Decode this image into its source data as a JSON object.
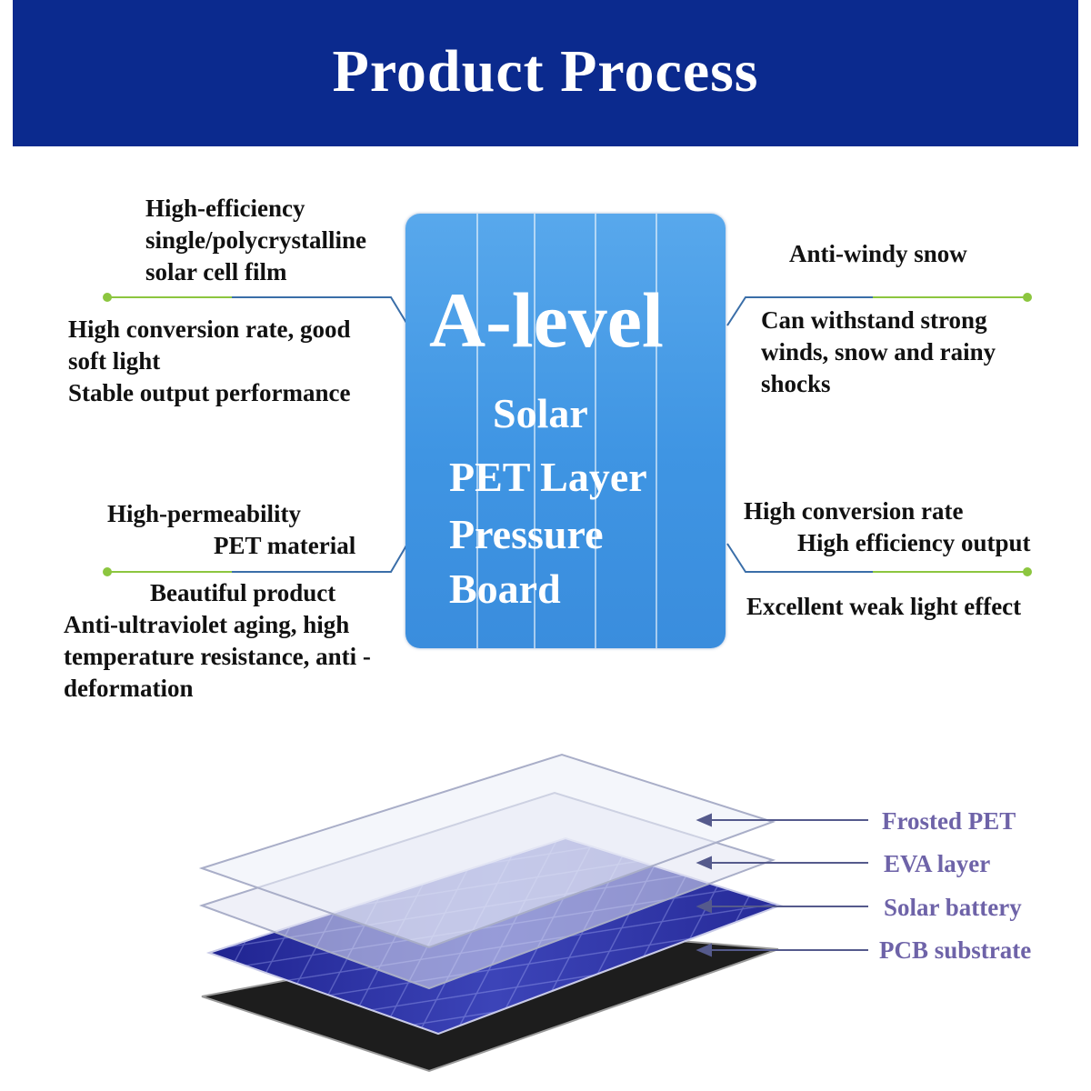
{
  "header": {
    "title": "Product Process"
  },
  "features": {
    "top_left": {
      "title_lines": [
        "High-efficiency",
        "single/polycrystalline",
        "solar cell film"
      ],
      "desc_lines": [
        "High conversion rate, good",
        "soft light",
        "Stable output performance"
      ]
    },
    "bottom_left": {
      "title_lines": [
        "High-permeability",
        "PET material"
      ],
      "desc_lines": [
        "Beautiful product",
        "Anti-ultraviolet aging, high",
        "temperature resistance, anti -",
        "deformation"
      ]
    },
    "top_right": {
      "title_lines": [
        "Anti-windy snow"
      ],
      "desc_lines": [
        "Can withstand strong",
        "winds, snow and rainy",
        "shocks"
      ]
    },
    "bottom_right": {
      "title_lines": [
        "High conversion rate",
        "High efficiency output"
      ],
      "desc_lines": [
        "Excellent weak light effect"
      ]
    }
  },
  "panel": {
    "title": "A-level",
    "lines": [
      "Solar",
      "PET Layer",
      "Pressure",
      "Board"
    ]
  },
  "layers": {
    "labels": [
      "Frosted PET",
      "EVA layer",
      "Solar battery",
      "PCB substrate"
    ]
  },
  "colors": {
    "header_bg": "#0b2a8e",
    "panel_blue": "#3f95e3",
    "connector_blue": "#3a6ea8",
    "connector_green": "#8cc63f",
    "label_purple": "#6e63a8",
    "cell_blue": "#2b2f9c",
    "substrate": "#1d1d1d"
  }
}
